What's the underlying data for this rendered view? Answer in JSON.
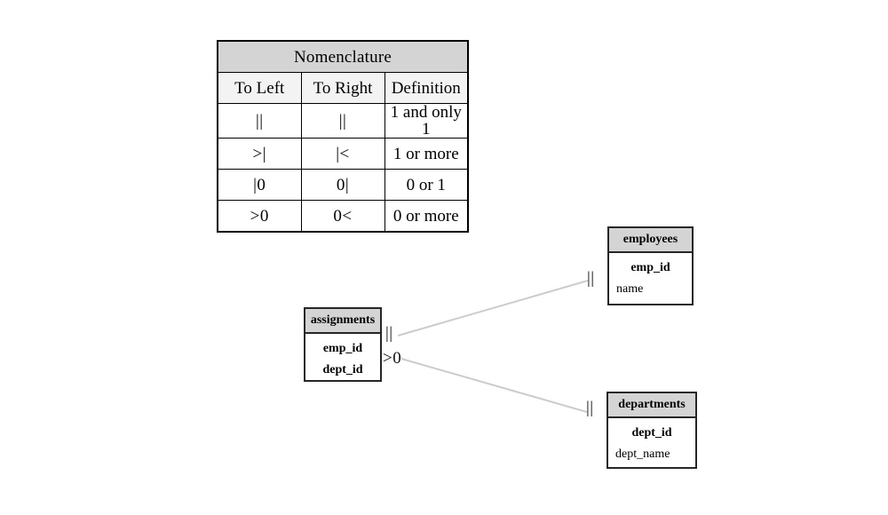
{
  "nomenclature": {
    "title": "Nomenclature",
    "columns": [
      "To Left",
      "To Right",
      "Definition"
    ],
    "rows": [
      {
        "to_left": "||",
        "to_right": "||",
        "definition": "1 and only 1"
      },
      {
        "to_left": ">|",
        "to_right": "|<",
        "definition": "1 or more"
      },
      {
        "to_left": "|0",
        "to_right": "0|",
        "definition": "0 or 1"
      },
      {
        "to_left": ">0",
        "to_right": "0<",
        "definition": "0 or more"
      }
    ]
  },
  "entities": {
    "assignments": {
      "name": "assignments",
      "fields": [
        {
          "name": "emp_id",
          "key": true
        },
        {
          "name": "dept_id",
          "key": true
        }
      ]
    },
    "employees": {
      "name": "employees",
      "fields": [
        {
          "name": "emp_id",
          "key": true
        },
        {
          "name": "name",
          "key": false
        }
      ]
    },
    "departments": {
      "name": "departments",
      "fields": [
        {
          "name": "dept_id",
          "key": true
        },
        {
          "name": "dept_name",
          "key": false
        }
      ]
    }
  },
  "relationships": [
    {
      "id": "assignments-employees",
      "from": "assignments",
      "to": "employees",
      "from_cardinality": "||",
      "to_cardinality": "||"
    },
    {
      "id": "assignments-departments",
      "from": "assignments",
      "to": "departments",
      "from_cardinality": ">0",
      "to_cardinality": "||"
    }
  ],
  "colors": {
    "header_fill": "#d4d4d4",
    "subheader_fill": "#f3f3f3",
    "border": "#262626",
    "connector": "#cccccc",
    "background": "#ffffff"
  }
}
